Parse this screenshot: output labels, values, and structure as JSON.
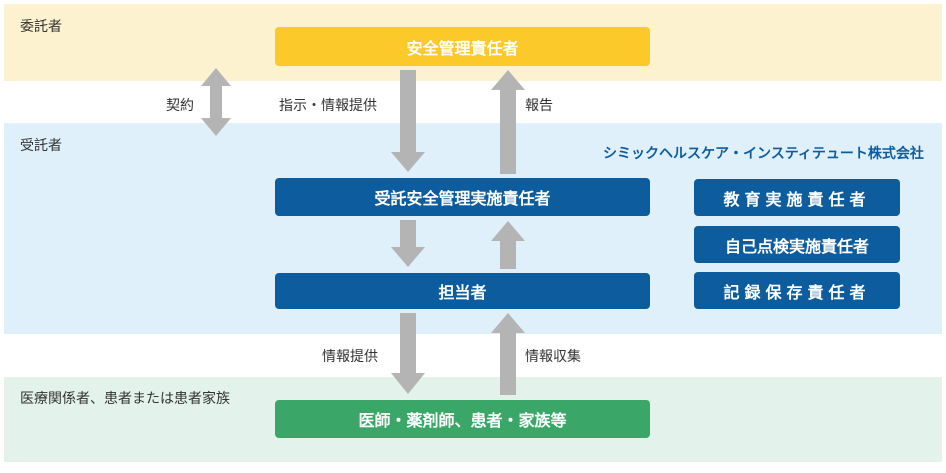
{
  "bands": {
    "consignor": {
      "label": "委託者"
    },
    "contractor": {
      "label": "受託者"
    },
    "medical": {
      "label": "医療関係者、患者または患者家族"
    }
  },
  "boxes": {
    "safety_manager": "安全管理責任者",
    "contract_safety_manager": "受託安全管理実施責任者",
    "staff": "担当者",
    "medical_staff": "医師・薬剤師、患者・家族等"
  },
  "side_roles": [
    "教育実施責任者",
    "自己点検実施責任者",
    "記録保存責任者"
  ],
  "company": "シミックヘルスケア・インスティテュート株式会社",
  "arrows": {
    "contract": "契約",
    "instruct": "指示・情報提供",
    "report": "報告",
    "info_provide": "情報提供",
    "info_collect": "情報収集"
  },
  "colors": {
    "band_top": "#fdf2cf",
    "band_mid": "#dff0fa",
    "band_bot": "#e3f2ea",
    "yellow_box": "#fbc92a",
    "blue_box": "#0d5c9e",
    "green_box": "#3aa667",
    "arrow": "#b4b4b4"
  }
}
